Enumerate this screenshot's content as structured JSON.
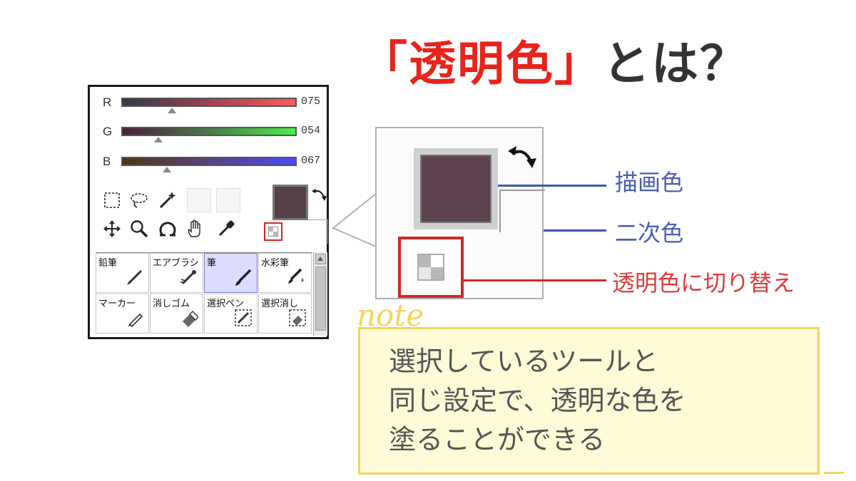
{
  "title": {
    "quote_open": "「",
    "main": "透明色",
    "quote_close": "」",
    "suffix": "とは？"
  },
  "panel": {
    "sliders": [
      {
        "label": "R",
        "value": "075",
        "level": 0.29
      },
      {
        "label": "G",
        "value": "054",
        "level": 0.21
      },
      {
        "label": "B",
        "value": "067",
        "level": 0.26
      }
    ],
    "tools_row1": [
      "rect-select-icon",
      "lasso-icon",
      "magic-wand-icon"
    ],
    "tools_row2": [
      "move-icon",
      "zoom-icon",
      "rotate-icon",
      "hand-icon",
      "eyedropper-icon"
    ],
    "brushes": [
      {
        "name": "鉛筆",
        "icon": "pencil-icon"
      },
      {
        "name": "エアブラシ",
        "icon": "airbrush-icon"
      },
      {
        "name": "筆",
        "icon": "brush-icon",
        "selected": true
      },
      {
        "name": "水彩筆",
        "icon": "watercolor-brush-icon"
      },
      {
        "name": "マーカー",
        "icon": "marker-icon"
      },
      {
        "name": "消しゴム",
        "icon": "eraser-icon"
      },
      {
        "name": "選択ペン",
        "icon": "select-pen-icon"
      },
      {
        "name": "選択消し",
        "icon": "select-erase-icon"
      }
    ],
    "main_color": "#564049"
  },
  "zoom": {
    "main_color": "#5e4450"
  },
  "labels": {
    "primary": "描画色",
    "secondary": "二次色",
    "transparent": "透明色に切り替え"
  },
  "colors": {
    "accent_red": "#e8231c",
    "label_blue": "#4a5fae",
    "note_yellow": "#f2d65a"
  },
  "note": {
    "heading": "note",
    "lines": [
      "選択しているツールと",
      "同じ設定で、透明な色を",
      "塗ることができる"
    ]
  }
}
